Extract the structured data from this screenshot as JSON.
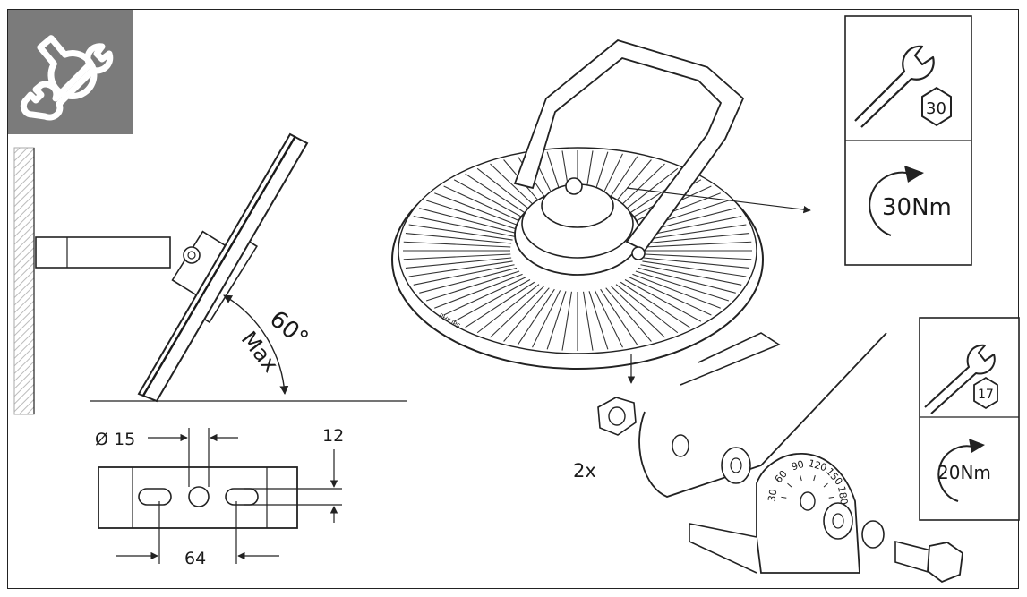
{
  "colors": {
    "tool_panel_bg": "#7b7b7b",
    "line": "#222222",
    "hatch": "#bbbbbb"
  },
  "tool_icon": "wrench-icon",
  "angle_diagram": {
    "angle_text": "60°",
    "limit_text": "Max"
  },
  "bracket_dims": {
    "diameter_text": "Ø 15",
    "height_text": "12",
    "spacing_text": "64"
  },
  "quantity_text": "2x",
  "specs": [
    {
      "wrench_size": "30",
      "torque": "30Nm"
    },
    {
      "wrench_size": "17",
      "torque": "20Nm"
    }
  ],
  "scale_ticks": [
    "30",
    "60",
    "90",
    "120",
    "150",
    "180"
  ]
}
